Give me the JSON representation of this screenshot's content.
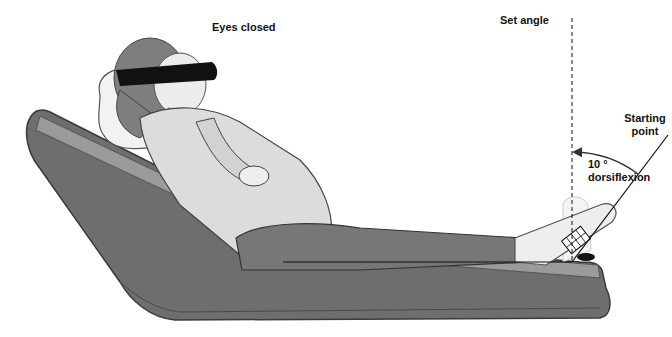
{
  "diagram": {
    "labels": [
      "Eyes closed",
      "Set angle",
      "10 ° dorsiflexion",
      "Starting point"
    ]
  }
}
